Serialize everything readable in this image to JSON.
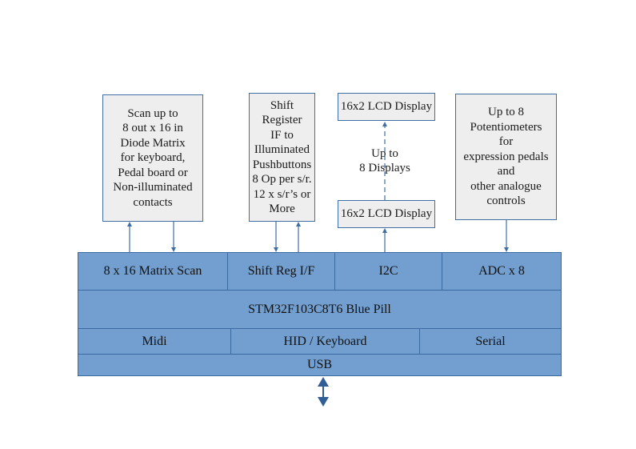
{
  "diagram": {
    "top_boxes": {
      "scan": "Scan up to\n8 out x 16 in\nDiode Matrix\nfor keyboard,\nPedal board or\nNon-illuminated\ncontacts",
      "shift": "Shift\nRegister\nIF to\nIlluminated\nPushbuttons\n8 Op per s/r.\n12 x s/r’s or\nMore",
      "lcd_top": "16x2 LCD Display",
      "lcd_bottom": "16x2 LCD Display",
      "displays_note": "Up to\n8 Displays",
      "pots": "Up to 8\nPotentiometers\nfor\nexpression pedals\nand\nother analogue\ncontrols"
    },
    "board": {
      "row1": {
        "matrix": "8 x 16 Matrix Scan",
        "shift": "Shift Reg I/F",
        "i2c": "I2C",
        "adc": "ADC x 8"
      },
      "mcu": "STM32F103C8T6  Blue Pill",
      "row3": {
        "midi": "Midi",
        "hid": "HID / Keyboard",
        "serial": "Serial"
      },
      "usb": "USB"
    },
    "colors": {
      "block_fill": "#729fcf",
      "box_fill": "#eeeeee",
      "line": "#3f6fa5"
    }
  }
}
